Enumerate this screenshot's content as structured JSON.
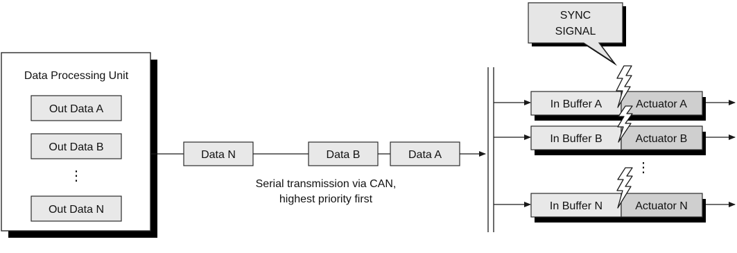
{
  "callout": {
    "line1": "SYNC",
    "line2": "SIGNAL"
  },
  "processing_unit": {
    "title": "Data Processing Unit",
    "items": [
      "Out Data A",
      "Out Data B",
      "Out Data N"
    ],
    "ellipsis": "⋮"
  },
  "transmission": {
    "packets": [
      "Data N",
      "Data B",
      "Data A"
    ],
    "caption_line1": "Serial transmission via CAN,",
    "caption_line2": "highest priority first"
  },
  "receivers": [
    {
      "buffer": "In Buffer A",
      "actuator": "Actuator A"
    },
    {
      "buffer": "In Buffer B",
      "actuator": "Actuator B"
    },
    {
      "buffer": "In Buffer N",
      "actuator": "Actuator N"
    }
  ],
  "receiver_ellipsis": "⋮",
  "colors": {
    "box_fill": "#e8e8e8",
    "actuator_fill": "#cfcfcf",
    "shadow": "#000000",
    "stroke": "#2a2a2a"
  }
}
